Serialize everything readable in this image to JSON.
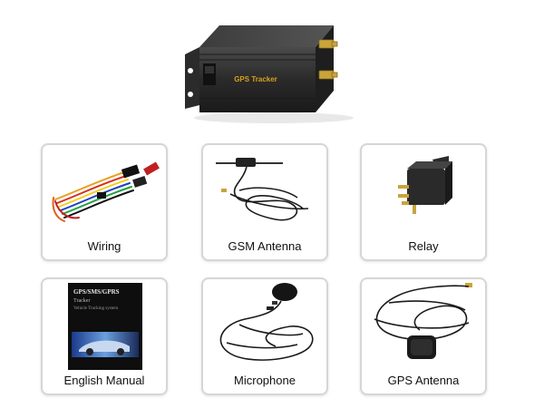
{
  "product": {
    "device_label": "GPS Tracker",
    "colors": {
      "body": "#2a2a2a",
      "label_text": "#d8a020",
      "connector": "#c9a43a"
    }
  },
  "accessories": [
    {
      "label": "Wiring"
    },
    {
      "label": "GSM Antenna"
    },
    {
      "label": "Relay"
    },
    {
      "label": "English Manual"
    },
    {
      "label": "Microphone"
    },
    {
      "label": "GPS Antenna"
    }
  ],
  "manual_cover": {
    "title": "GPS/SMS/GPRS",
    "line2": "Tracker",
    "line3": "Vehicle Tracking system"
  }
}
